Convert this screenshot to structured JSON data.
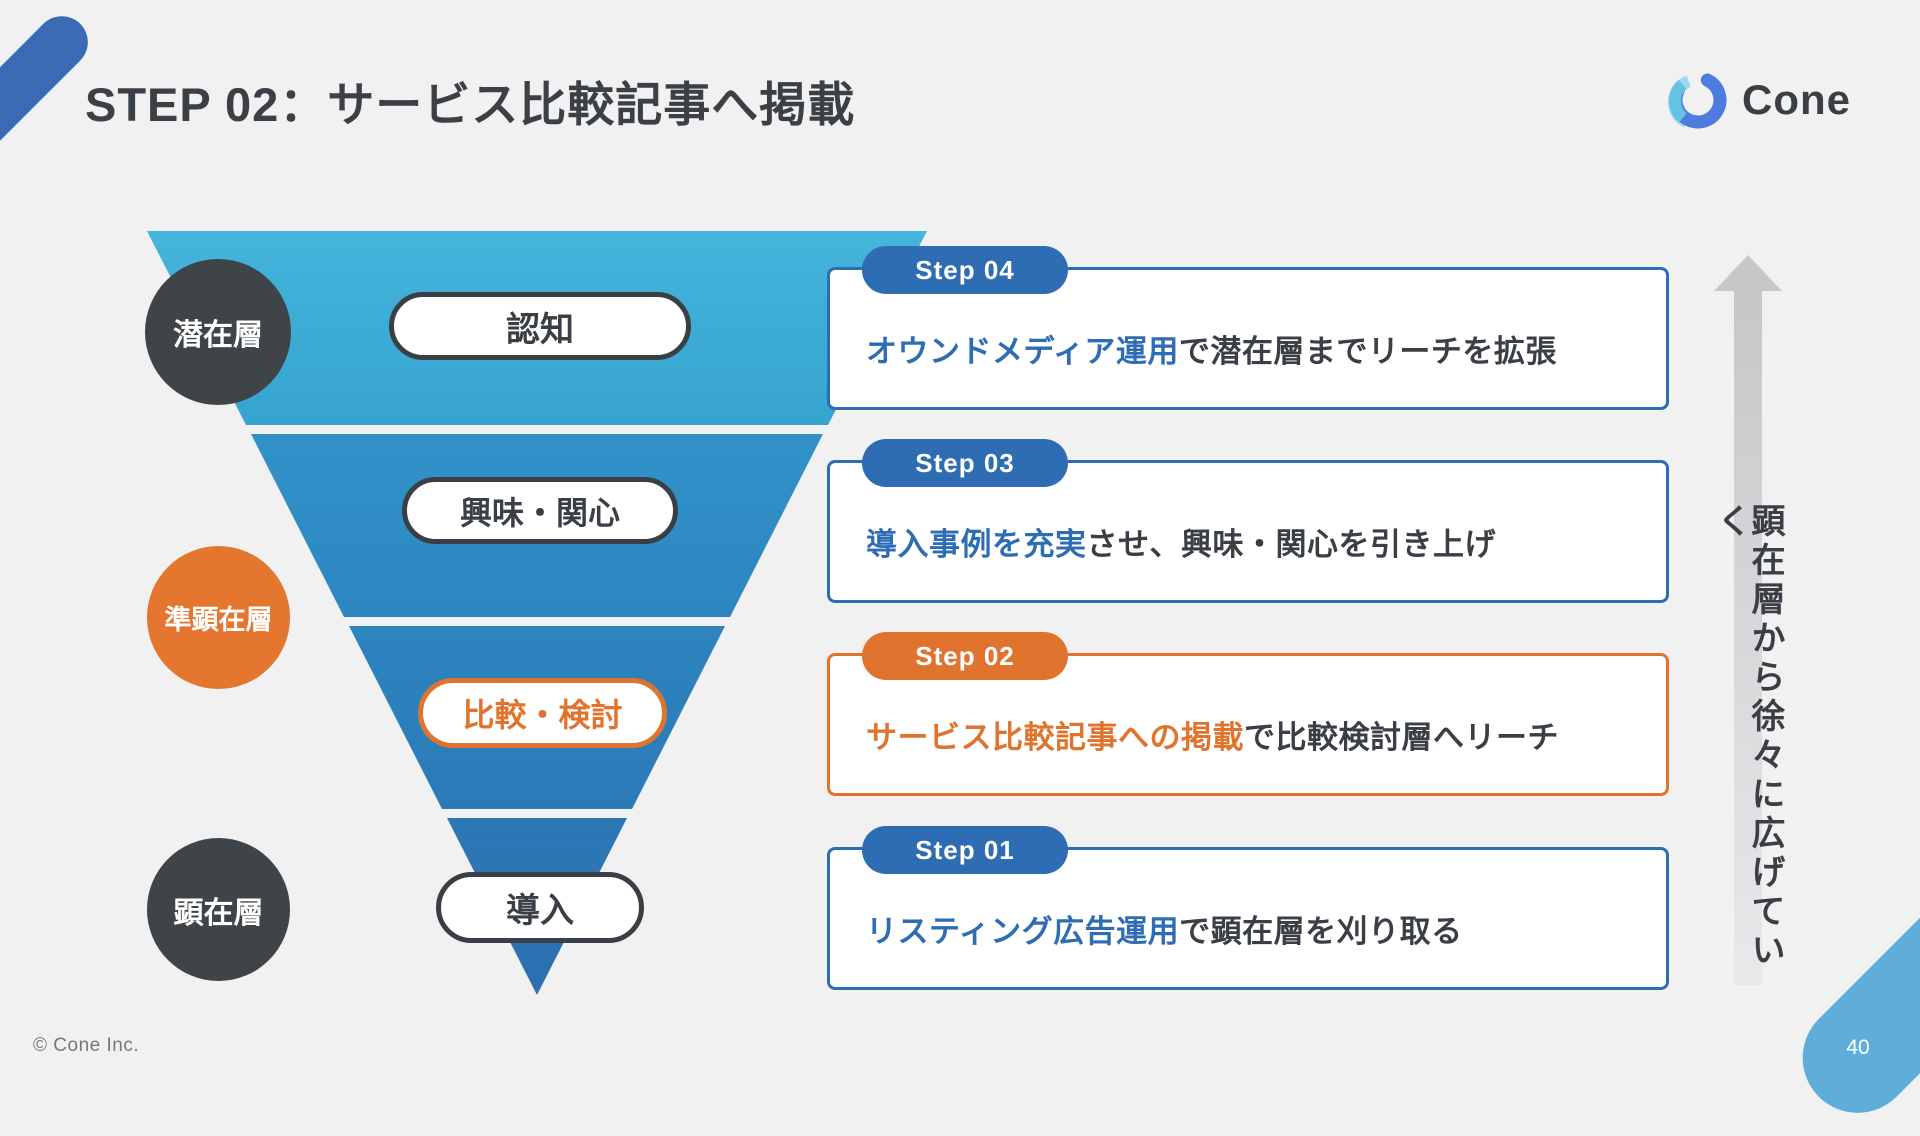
{
  "header": {
    "title": "STEP 02：サービス比較記事へ掲載",
    "logo_text": "Cone"
  },
  "funnel": {
    "stages": [
      {
        "label": "認知"
      },
      {
        "label": "興味・関心"
      },
      {
        "label": "比較・検討"
      },
      {
        "label": "導入"
      }
    ],
    "audiences": [
      {
        "label": "潜在層"
      },
      {
        "label": "準顕在層"
      },
      {
        "label": "顕在層"
      }
    ]
  },
  "steps": [
    {
      "badge": "Step 04",
      "highlight": "オウンドメディア運用",
      "rest": "で潜在層までリーチを拡張",
      "accent": "blue"
    },
    {
      "badge": "Step 03",
      "highlight": "導入事例を充実",
      "rest": "させ、興味・関心を引き上げ",
      "accent": "blue"
    },
    {
      "badge": "Step 02",
      "highlight": "サービス比較記事への掲載",
      "rest": "で比較検討層へリーチ",
      "accent": "orange"
    },
    {
      "badge": "Step 01",
      "highlight": "リスティング広告運用",
      "rest": "で顕在層を刈り取る",
      "accent": "blue"
    }
  ],
  "side_arrow": {
    "label": "顕在層から徐々に広げていく"
  },
  "footer": {
    "copyright": "© Cone Inc.",
    "page_number": "40"
  },
  "colors": {
    "background": "#F1F1F2",
    "ink": "#3A3F45",
    "blue_accent": "#2E6DB4",
    "orange_accent": "#E0742E",
    "funnel_top": "#45B5DC",
    "funnel_bottom": "#2D6FB0",
    "audience_dark": "#3F4448",
    "audience_orange": "#E4762F",
    "corner_stripe_top_left": "#3A6BB4",
    "corner_stripe_bottom_right": "#5EAED9",
    "arrow_gray": "#C7C7C9"
  }
}
